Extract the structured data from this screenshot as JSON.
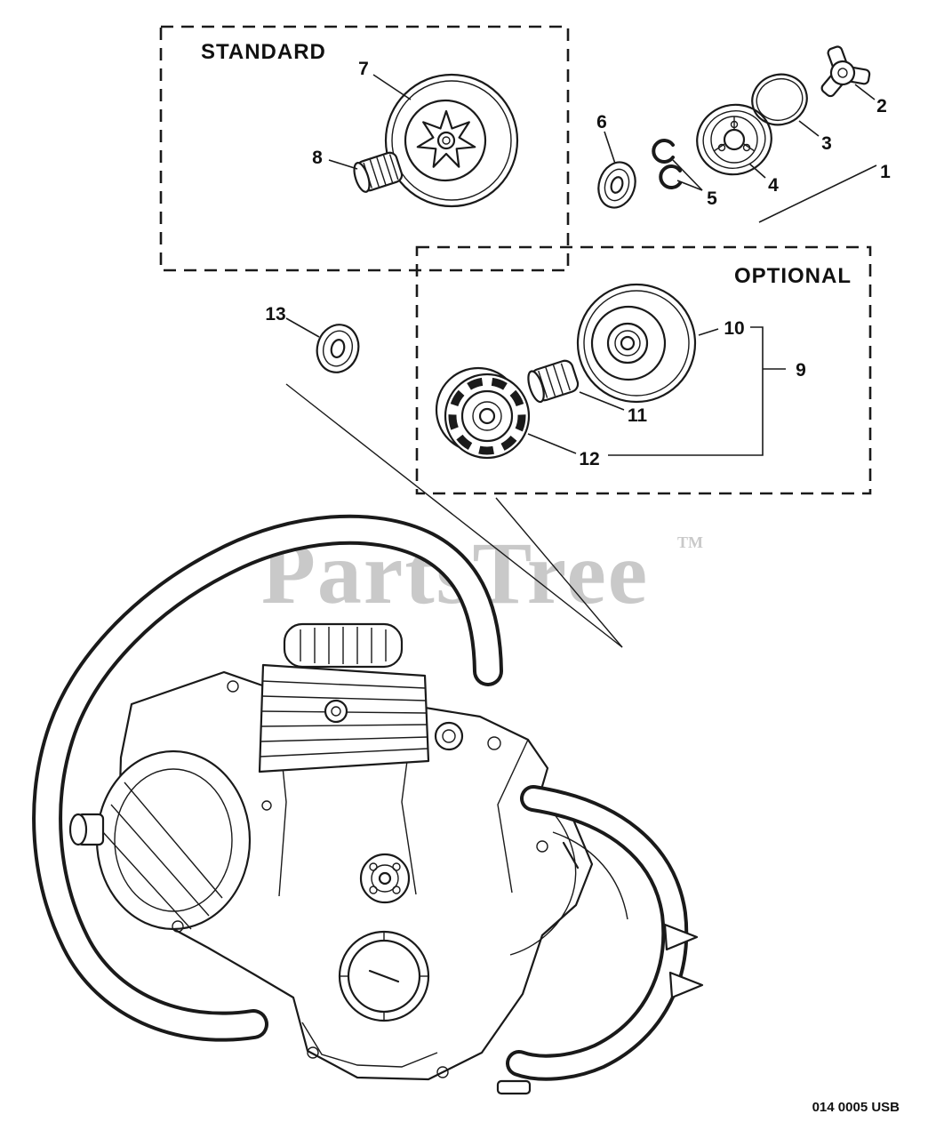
{
  "colors": {
    "line": "#1a1a1a",
    "watermark": "#c9c9c9"
  },
  "groups": {
    "standard": "STANDARD",
    "optional": "OPTIONAL"
  },
  "watermark": {
    "text": "PartsTree",
    "tm": "TM"
  },
  "footer": {
    "code": "014 0005 USB"
  },
  "callouts": {
    "c1": "1",
    "c2": "2",
    "c3": "3",
    "c4": "4",
    "c5": "5",
    "c6": "6",
    "c7": "7",
    "c8": "8",
    "c9": "9",
    "c10": "10",
    "c11": "11",
    "c12": "12",
    "c13": "13"
  }
}
